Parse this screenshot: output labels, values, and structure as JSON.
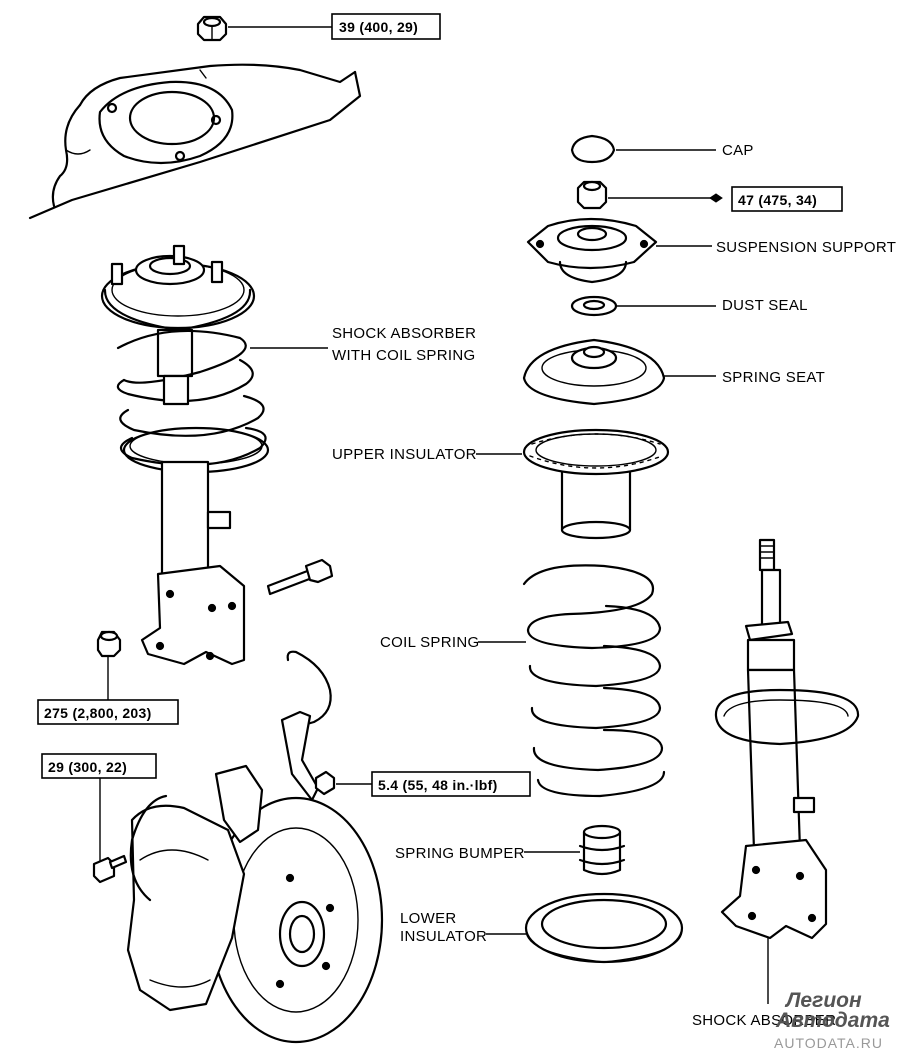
{
  "labels": {
    "cap": "CAP",
    "suspension_support": "SUSPENSION SUPPORT",
    "dust_seal": "DUST SEAL",
    "spring_seat": "SPRING SEAT",
    "shock_with_coil_line1": "SHOCK ABSORBER",
    "shock_with_coil_line2": "WITH COIL SPRING",
    "upper_insulator": "UPPER INSULATOR",
    "coil_spring": "COIL SPRING",
    "spring_bumper": "SPRING BUMPER",
    "lower_insulator_line1": "LOWER",
    "lower_insulator_line2": "INSULATOR",
    "shock_absorber": "SHOCK ABSORBER"
  },
  "torque": {
    "top_nut": "39 (400, 29)",
    "piston_nut": "47 (475, 34)",
    "knuckle_nut": "275 (2,800, 203)",
    "caliper_bolt": "29 (300, 22)",
    "sensor_bolt": "5.4 (55, 48 in.·lbf)"
  },
  "watermark": {
    "brand": "Легион",
    "brand2": "Автодата",
    "site": "AUTODATA.RU"
  },
  "colors": {
    "line": "#000000",
    "background": "#ffffff"
  }
}
